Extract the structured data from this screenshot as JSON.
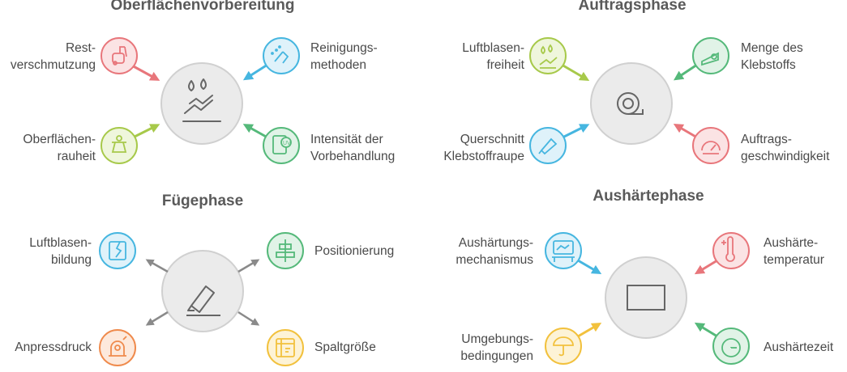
{
  "phases": [
    {
      "title": "Oberflächenvorbereitung",
      "items": [
        {
          "label": "Rest-\nverschmutzung",
          "color": "#e8767b",
          "icon": "vacuum-cleaner-icon"
        },
        {
          "label": "Reinigungs-\nmethoden",
          "color": "#46b6e0",
          "icon": "cleaning-brush-icon"
        },
        {
          "label": "Oberflächen-\nrauheit",
          "color": "#a7c94a",
          "icon": "scale-icon"
        },
        {
          "label": "Intensität der\nVorbehandlung",
          "color": "#55b97a",
          "icon": "uv-document-icon"
        }
      ],
      "center_icon": "droplets-trend-icon"
    },
    {
      "title": "Auftragsphase",
      "items": [
        {
          "label": "Luftblasen-\nfreiheit",
          "color": "#a7c94a",
          "icon": "bubbles-trend-icon"
        },
        {
          "label": "Menge des\nKlebstoffs",
          "color": "#55b97a",
          "icon": "tape-dispenser-icon"
        },
        {
          "label": "Querschnitt\nKlebstoffraupe",
          "color": "#46b6e0",
          "icon": "glue-tube-icon"
        },
        {
          "label": "Auftrags-\ngeschwindigkeit",
          "color": "#e8767b",
          "icon": "speedometer-icon"
        }
      ],
      "center_icon": "tape-roll-icon"
    },
    {
      "title": "Fügephase",
      "items": [
        {
          "label": "Luftblasen-\nbildung",
          "color": "#46b6e0",
          "icon": "cracked-panel-icon"
        },
        {
          "label": "Positionierung",
          "color": "#55b97a",
          "icon": "align-center-icon"
        },
        {
          "label": "Anpressdruck",
          "color": "#ef8a4c",
          "icon": "pressure-machine-icon"
        },
        {
          "label": "Spaltgröße",
          "color": "#f2c13d",
          "icon": "ruler-corner-icon"
        }
      ],
      "center_icon": "highlighter-icon"
    },
    {
      "title": "Aushärtephase",
      "items": [
        {
          "label": "Aushärtungs-\nmechanismus",
          "color": "#46b6e0",
          "icon": "lab-board-icon"
        },
        {
          "label": "Aushärte-\ntemperatur",
          "color": "#e8767b",
          "icon": "thermometer-icon"
        },
        {
          "label": "Umgebungs-\nbedingungen",
          "color": "#f2c13d",
          "icon": "umbrella-icon"
        },
        {
          "label": "Aushärtezeit",
          "color": "#55b97a",
          "icon": "clock-icon"
        }
      ],
      "center_icon": "rectangle-icon"
    }
  ]
}
